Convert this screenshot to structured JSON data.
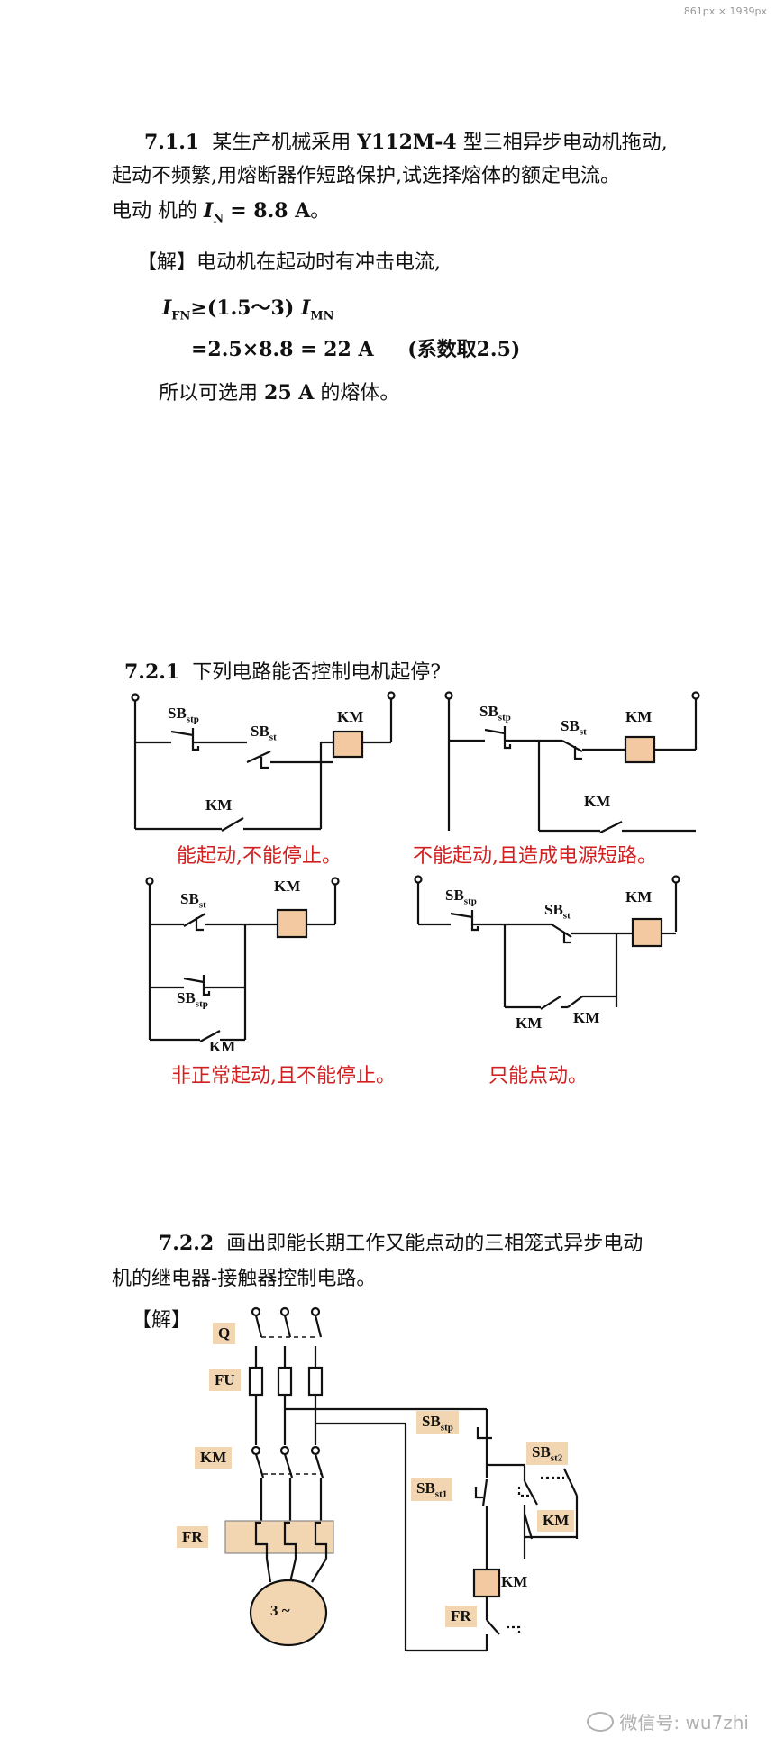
{
  "size_label": "861px × 1939px",
  "s711": {
    "num": "7.1.1",
    "l1a": "某生产机械采用",
    "model": "Y112M-4",
    "l1b": "型三相异步电动机拖动,",
    "line2": "起动不频繁,用熔断器作短路保护,试选择熔体的额定电流。",
    "l3a": "电动 机的",
    "i": "I",
    "i_sub": "N",
    "l3b": "= 8.8 A",
    "l3c": "。",
    "sol_label": "【解】",
    "sol_text": "电动机在起动时有冲击电流,",
    "eq1_i": "I",
    "eq1_sub": "FN",
    "eq1_mid": "≥(1.5～3)",
    "eq1_i2": "I",
    "eq1_sub2": "MN",
    "eq2": "=2.5×8.8 = 22 A",
    "eq2_note": "(系数取2.5)",
    "concl_a": "所以可选用",
    "concl_val": "25 A",
    "concl_b": "的熔体。"
  },
  "s721": {
    "num": "7.2.1",
    "question": "下列电路能否控制电机起停?",
    "SB": "SB",
    "stp": "stp",
    "st": "st",
    "KM": "KM",
    "ans1": "能起动,不能停止。",
    "ans2": "不能起动,且造成电源短路。",
    "ans3": "非正常起动,且不能停止。",
    "ans4": "只能点动。"
  },
  "s722": {
    "num": "7.2.2",
    "line1": "画出即能长期工作又能点动的三相笼式异步电动",
    "line2": "机的继电器-接触器控制电路。",
    "sol_label": "【解】",
    "Q": "Q",
    "FU": "FU",
    "KM": "KM",
    "FR": "FR",
    "motor": "3 ~",
    "SB": "SB",
    "stp": "stp",
    "st1": "st1",
    "st2": "st2",
    "label_color": "#f2d6b2",
    "coil_color": "#f2c9a1"
  },
  "watermark": "微信号: wu7zhi"
}
